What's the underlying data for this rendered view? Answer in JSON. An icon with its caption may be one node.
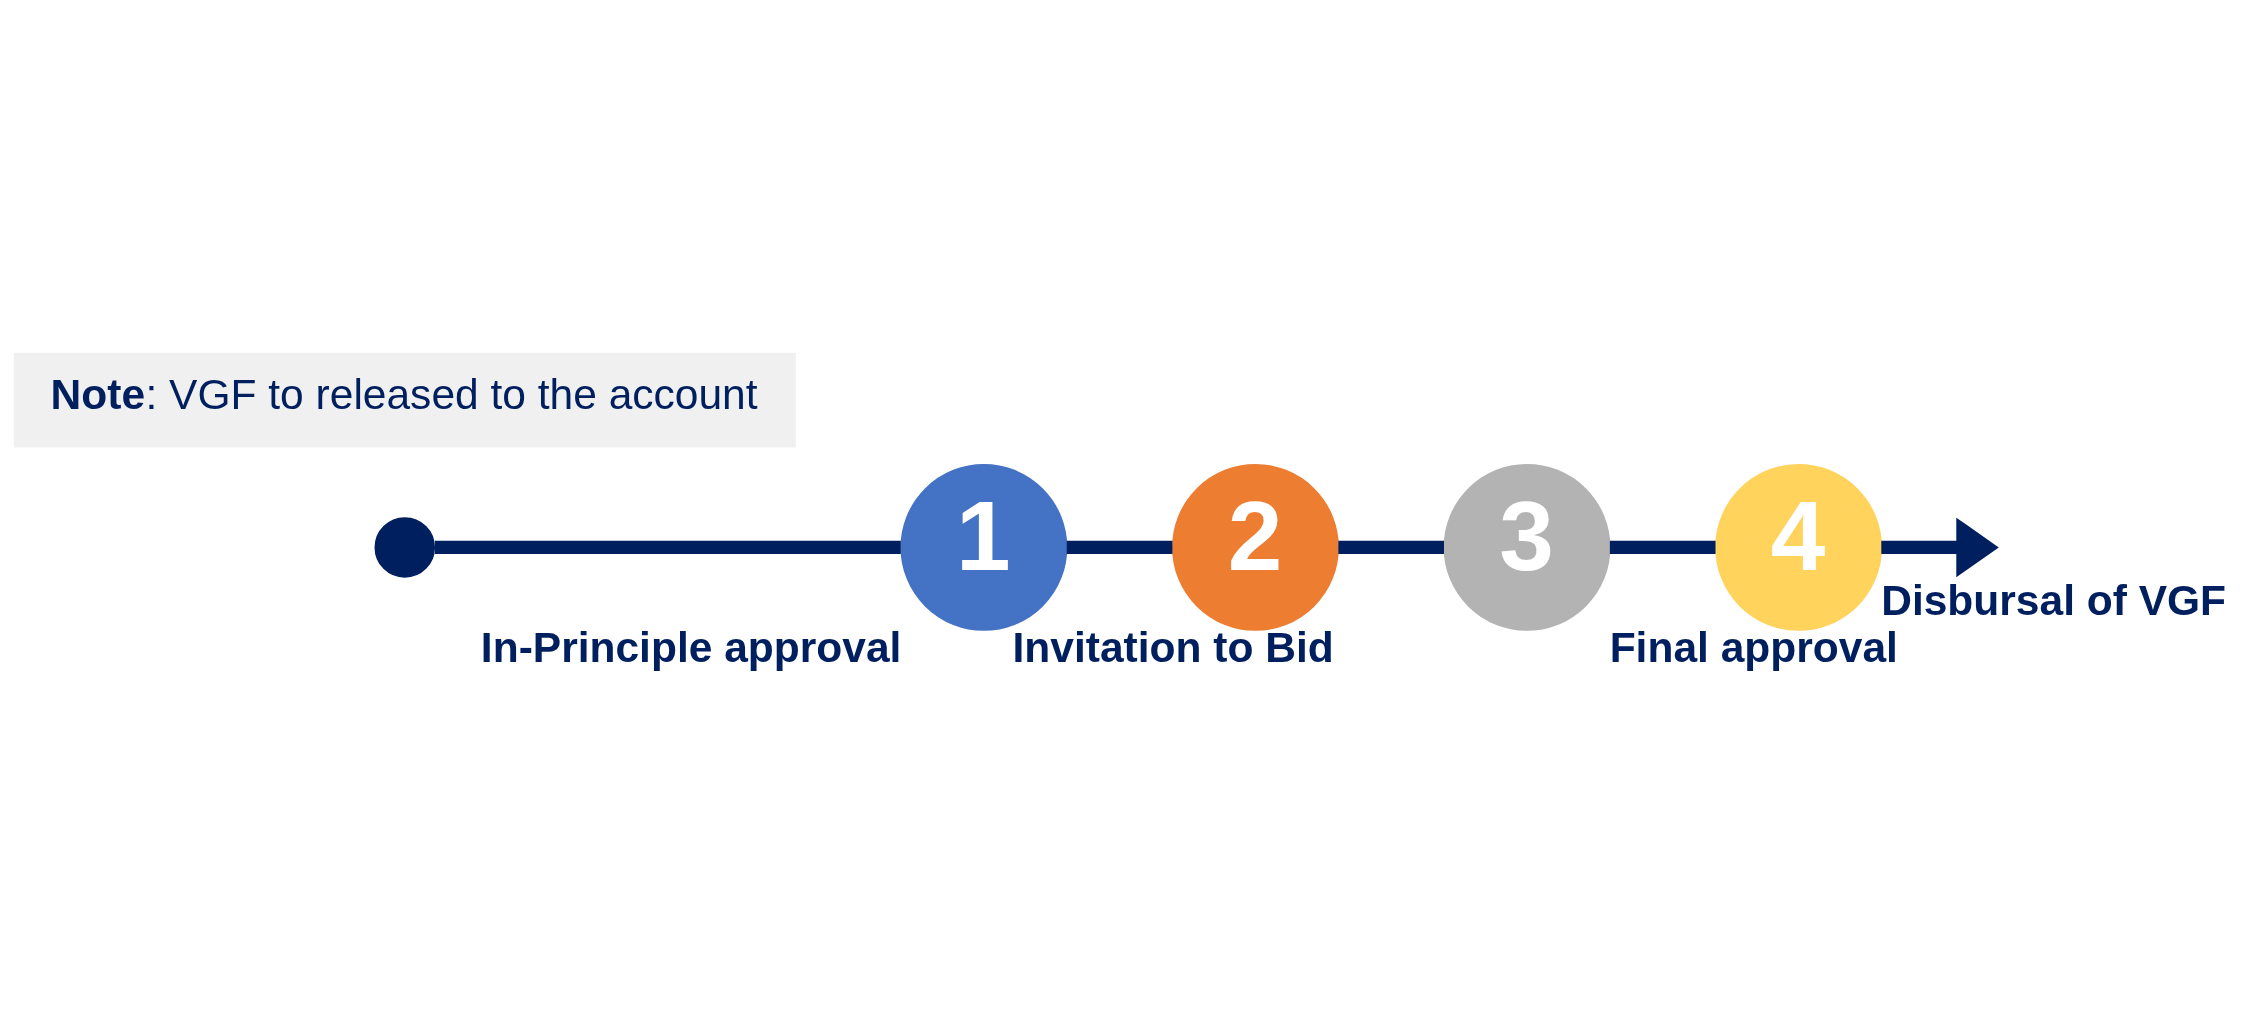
{
  "diagram": {
    "nodes": [
      {
        "text": [],
        "shape": "circle"
      },
      {
        "text": [
          "1"
        ],
        "beside": [
          "In-Principle approval"
        ]
      },
      {
        "text": [
          "2"
        ],
        "beside": [
          "Invitation to Bid"
        ]
      },
      {
        "text": [
          "3"
        ],
        "beside": [
          "Final approval"
        ]
      },
      {
        "text": [
          "4"
        ],
        "beside": [
          "Disbursal of VGF"
        ]
      },
      {
        "text": [
          "**Note**: VGF to released to the account"
        ]
      }
    ],
    "edges": [
      {
        "from": 0,
        "to": 1,
        "arrow": "none"
      },
      {
        "from": 1,
        "to": 2,
        "arrow": "none"
      },
      {
        "from": 2,
        "to": 3,
        "arrow": "none"
      },
      {
        "from": 3,
        "to": 4,
        "arrow": "none"
      },
      {
        "from": 4,
        "to": null,
        "arrow": "to"
      }
    ]
  }
}
